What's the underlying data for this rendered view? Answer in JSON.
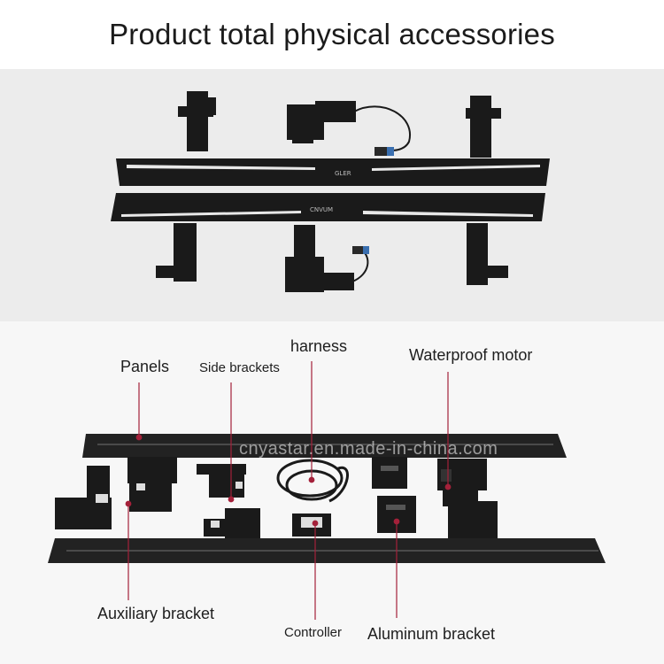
{
  "title": "Product total physical accessories",
  "board_brand_top": "GLER",
  "board_brand_bottom": "CNVUM",
  "watermark": "cnyastar.en.made-in-china.com",
  "labels": {
    "panels": "Panels",
    "side_brackets": "Side brackets",
    "harness": "harness",
    "waterproof_motor": "Waterproof motor",
    "auxiliary_bracket": "Auxiliary bracket",
    "controller": "Controller",
    "aluminum_bracket": "Aluminum bracket"
  },
  "colors": {
    "leader": "#a4213a",
    "part": "#1a1a1a"
  }
}
